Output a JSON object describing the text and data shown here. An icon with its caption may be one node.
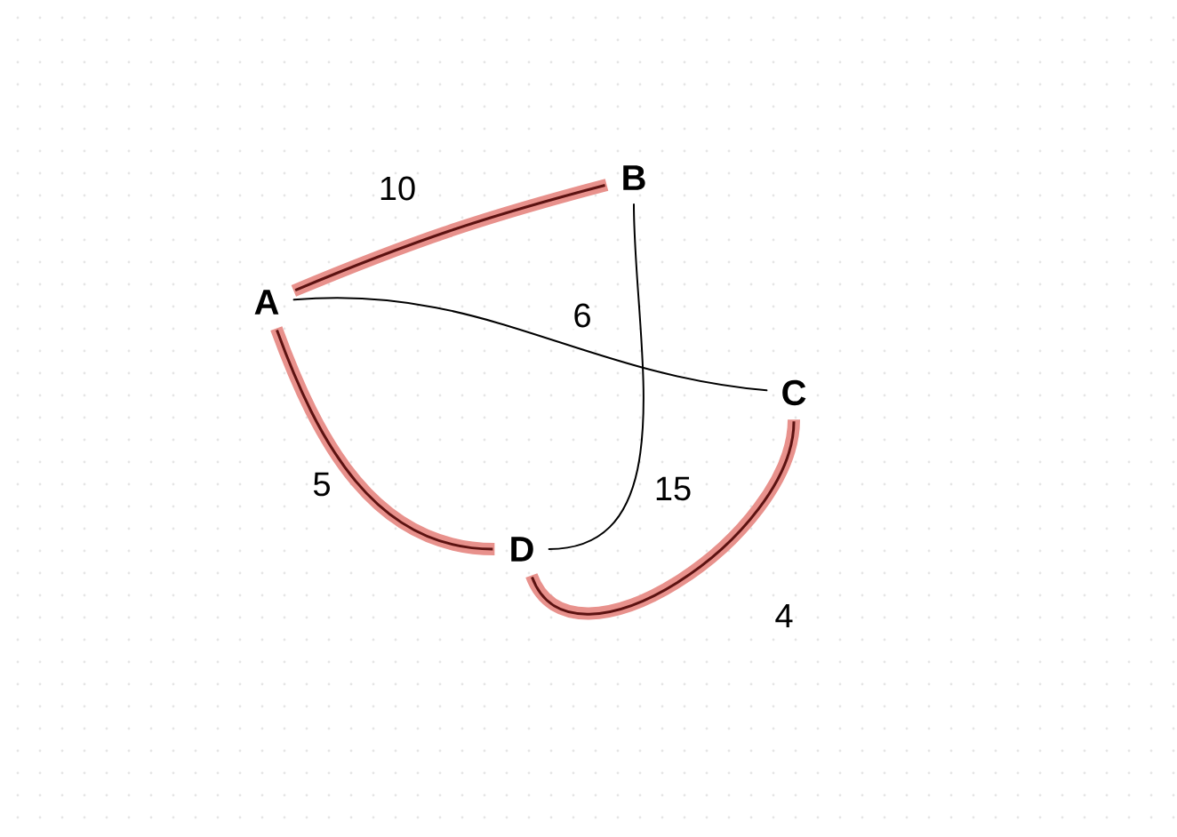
{
  "diagram": {
    "nodes": [
      {
        "text": [
          "A"
        ]
      },
      {
        "text": [
          "B"
        ]
      },
      {
        "text": [
          "C"
        ]
      },
      {
        "text": [
          "D"
        ]
      }
    ],
    "edges": [
      {
        "from": 0,
        "to": 1,
        "arrow": "none",
        "label": "10"
      },
      {
        "from": 0,
        "to": 2,
        "arrow": "none",
        "label": "6",
        "color": "#000000"
      },
      {
        "from": 1,
        "to": 3,
        "arrow": "none",
        "label": "15",
        "color": "#000000"
      },
      {
        "from": 0,
        "to": 3,
        "arrow": "none",
        "label": "5"
      },
      {
        "from": 3,
        "to": 2,
        "arrow": "none",
        "label": "4"
      }
    ]
  }
}
